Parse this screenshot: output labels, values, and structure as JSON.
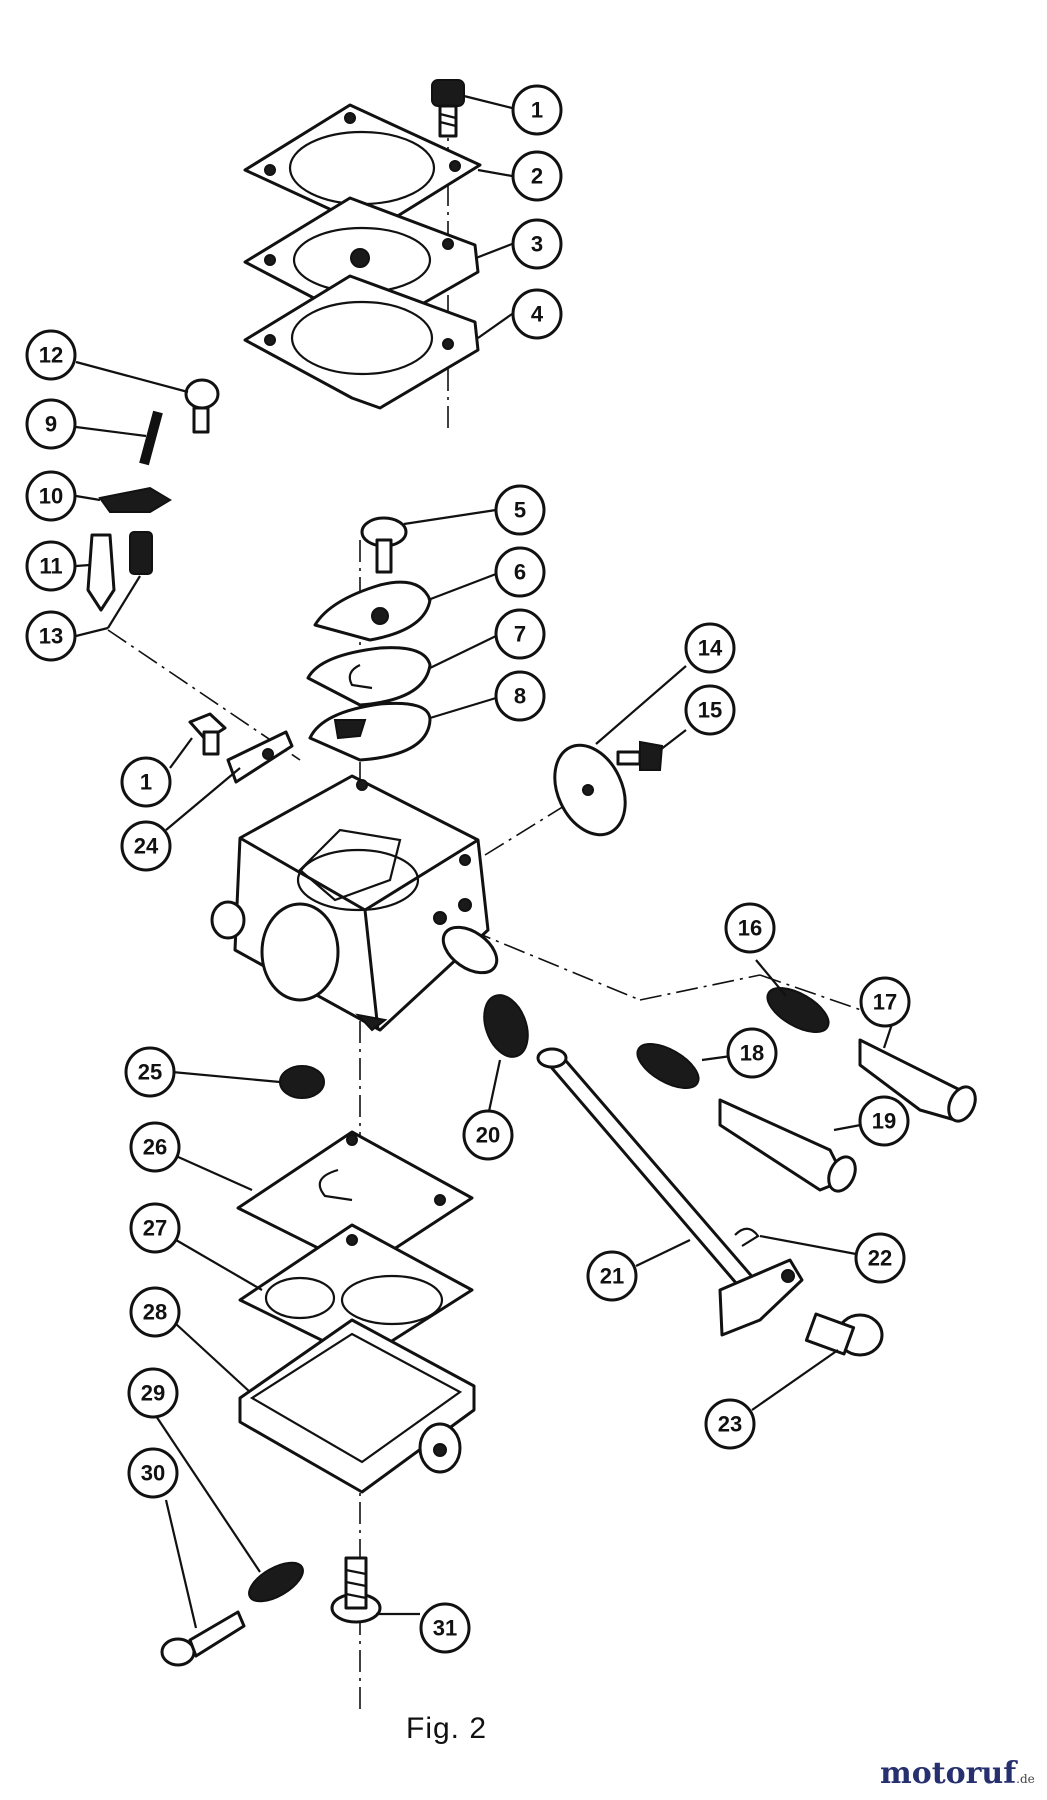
{
  "figure": {
    "caption": "Fig. 2",
    "callouts": [
      {
        "n": "1"
      },
      {
        "n": "2"
      },
      {
        "n": "3"
      },
      {
        "n": "4"
      },
      {
        "n": "12"
      },
      {
        "n": "9"
      },
      {
        "n": "10"
      },
      {
        "n": "11"
      },
      {
        "n": "13"
      },
      {
        "n": "5"
      },
      {
        "n": "6"
      },
      {
        "n": "7"
      },
      {
        "n": "8"
      },
      {
        "n": "14"
      },
      {
        "n": "15"
      },
      {
        "n": "1"
      },
      {
        "n": "24"
      },
      {
        "n": "16"
      },
      {
        "n": "17"
      },
      {
        "n": "18"
      },
      {
        "n": "19"
      },
      {
        "n": "20"
      },
      {
        "n": "25"
      },
      {
        "n": "26"
      },
      {
        "n": "27"
      },
      {
        "n": "28"
      },
      {
        "n": "21"
      },
      {
        "n": "22"
      },
      {
        "n": "23"
      },
      {
        "n": "29"
      },
      {
        "n": "30"
      },
      {
        "n": "31"
      }
    ]
  },
  "watermark": {
    "brand": "motoruf",
    "suffix": ".de"
  }
}
